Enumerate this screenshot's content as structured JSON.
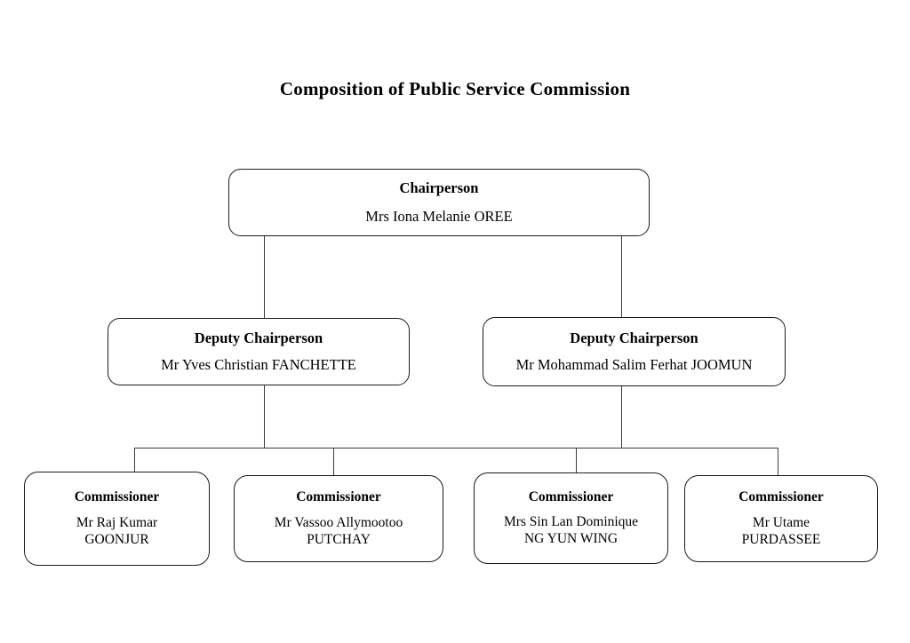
{
  "title": "Composition of Public Service Commission",
  "org_chart": {
    "type": "organization-chart",
    "levels": [
      {
        "level": 1,
        "nodes": [
          {
            "id": "chairperson",
            "role": "Chairperson",
            "person": "Mrs Iona Melanie OREE"
          }
        ]
      },
      {
        "level": 2,
        "nodes": [
          {
            "id": "deputy-1",
            "role": "Deputy Chairperson",
            "person": "Mr Yves Christian FANCHETTE"
          },
          {
            "id": "deputy-2",
            "role": "Deputy Chairperson",
            "person": "Mr Mohammad Salim Ferhat JOOMUN"
          }
        ]
      },
      {
        "level": 3,
        "nodes": [
          {
            "id": "commissioner-1",
            "role": "Commissioner",
            "person": "Mr Raj Kumar\nGOONJUR"
          },
          {
            "id": "commissioner-2",
            "role": "Commissioner",
            "person": "Mr Vassoo Allymootoo\nPUTCHAY"
          },
          {
            "id": "commissioner-3",
            "role": "Commissioner",
            "person": "Mrs Sin Lan Dominique\nNG YUN WING"
          },
          {
            "id": "commissioner-4",
            "role": "Commissioner",
            "person": "Mr Utame\nPURDASSEE"
          }
        ]
      }
    ],
    "colors": {
      "background": "#ffffff",
      "text": "#000000",
      "box_border": "#1a1a1a",
      "connector": "#3a3a3a"
    }
  }
}
